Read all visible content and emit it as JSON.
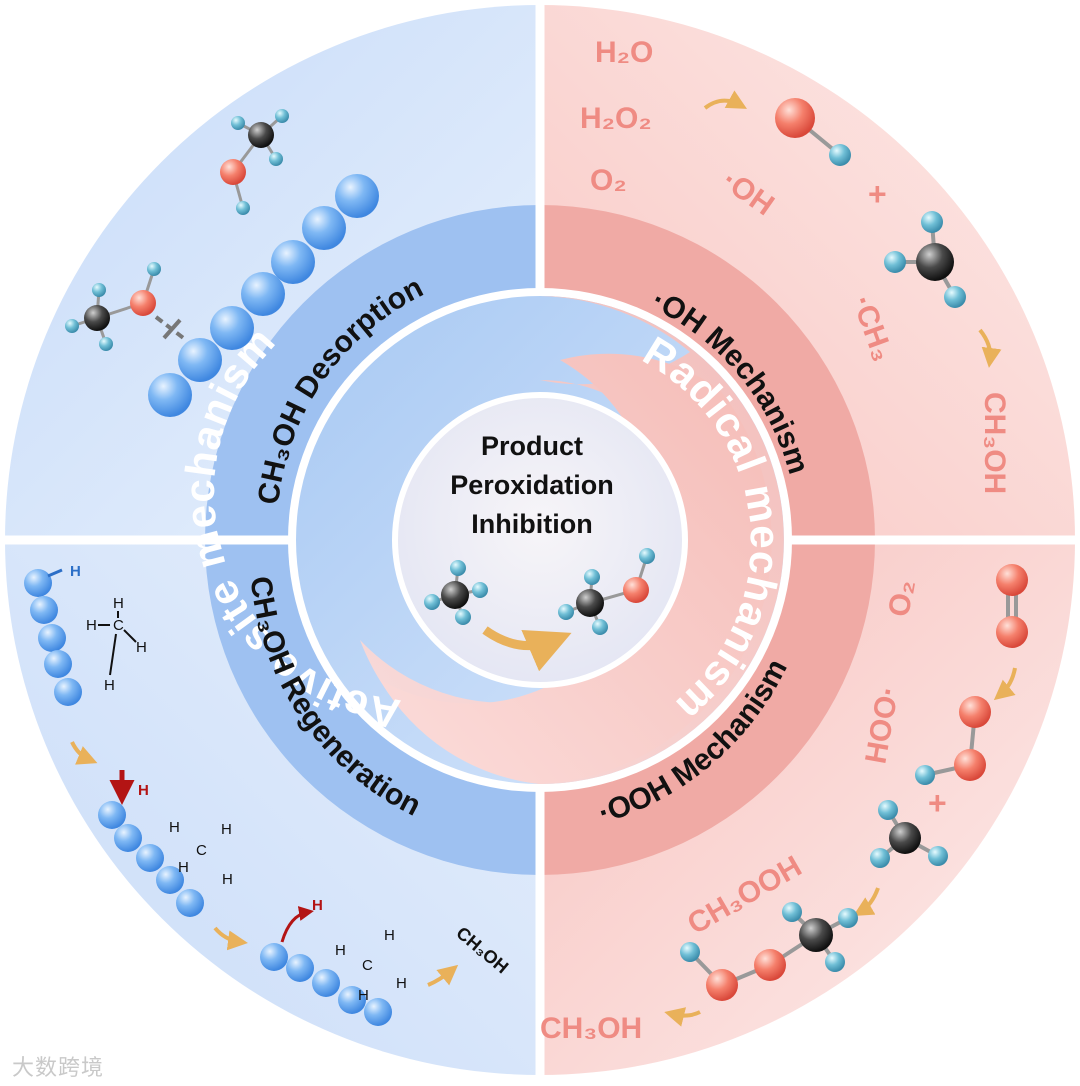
{
  "center": {
    "lines": [
      "Product",
      "Peroxidation",
      "Inhibition"
    ]
  },
  "ring_inner": {
    "active": "Active site mechanism",
    "radical": "Radical mechanism"
  },
  "ring_middle": {
    "desorption": "CH₃OH  Desorption",
    "oh_mechanism": "·OH  Mechanism",
    "ooh_mechanism": "·OOH  Mechanism",
    "regeneration": "CH₃OH  Regeneration"
  },
  "outer_top_right": {
    "h2o": "H₂O",
    "h2o2": "H₂O₂",
    "o2": "O₂",
    "oh": "·OH",
    "ch3": "·CH₃",
    "ch3oh": "CH₃OH",
    "plus": "+"
  },
  "outer_bottom_right": {
    "o2": "O₂",
    "ooh": "HOO·",
    "plus": "+",
    "ch3ooh": "CH₃OOH",
    "ch3oh": "CH₃OH"
  },
  "outer_bottom_left": {
    "h": "H",
    "ch3oh": "CH₃OH"
  },
  "watermark": "大数跨境",
  "colors": {
    "blue": "#6fa6e8",
    "blue_light": "#dbe8fb",
    "pink": "#f3a9a4",
    "pink_light": "#fbe3e1",
    "label_pink": "#ef8b83",
    "arrow_gold": "#e9b15a",
    "red": "#b31414"
  }
}
